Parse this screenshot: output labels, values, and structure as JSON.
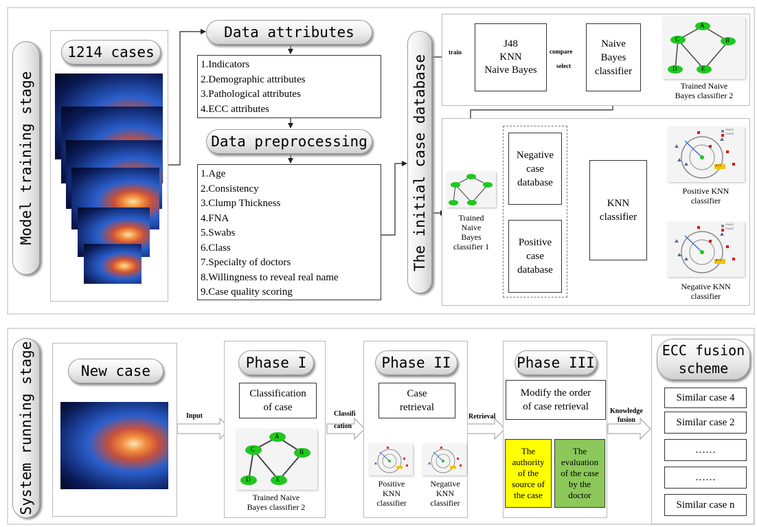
{
  "stages": {
    "training_label": "Model training stage",
    "running_label": "System running stage"
  },
  "training": {
    "cases_label": "1214 cases",
    "data_attributes_title": "Data attributes",
    "attributes": [
      "1.Indicators",
      "2.Demographic attributes",
      "3.Pathological attributes",
      "4.ECC attributes"
    ],
    "preprocessing_title": "Data preprocessing",
    "preprocessing": [
      "1.Age",
      "2.Consistency",
      "3.Clump Thickness",
      "4.FNA",
      "5.Swabs",
      "6.Class",
      "7.Specialty of doctors",
      "8.Willingness to reveal real name",
      "9.Case quality scoring"
    ],
    "database_label": "The initial case database",
    "train_label": "train",
    "algorithms": [
      "J48",
      "KNN",
      "Naive Bayes"
    ],
    "compare_label": "compare",
    "select_label": "select",
    "nb_classifier": [
      "Naive",
      "Bayes",
      "classifier"
    ],
    "trained_nb2_caption": [
      "Trained  Naive",
      "Bayes classifier 2"
    ],
    "trained_nb1_caption": [
      "Trained",
      "Naive",
      "Bayes",
      "classifier 1"
    ],
    "negative_db": [
      "Negative",
      "case",
      "database"
    ],
    "positive_db": [
      "Positive",
      "case",
      "database"
    ],
    "knn_classifier": [
      "KNN",
      "classifier"
    ],
    "positive_knn_caption": [
      "Positive KNN",
      "classifier"
    ],
    "negative_knn_caption": [
      "Negative  KNN",
      "classifier"
    ],
    "tree_nodes": [
      "A",
      "B",
      "C",
      "D",
      "E"
    ],
    "knn_legend": [
      "class1",
      "class2"
    ],
    "knn_tags": [
      "k=5",
      "k=3"
    ]
  },
  "running": {
    "new_case_label": "New case",
    "input_label": "Input",
    "phase1_title": "Phase I",
    "phase1_box": [
      "Classification",
      "of case"
    ],
    "phase1_caption": [
      "Trained Naive",
      "Bayes classifier 2"
    ],
    "classification_label": [
      "Classifi",
      "cation"
    ],
    "phase2_title": "Phase II",
    "phase2_box": [
      "Case",
      "retrieval"
    ],
    "phase2_left_caption": [
      "Positive",
      "KNN",
      "classifier"
    ],
    "phase2_right_caption": [
      "Negative",
      "KNN",
      "classifier"
    ],
    "retrieval_label": "Retrieval",
    "phase3_title": "Phase III",
    "phase3_box": [
      "Modify the order",
      "of case retrieval"
    ],
    "authority_box": [
      "The",
      "authority",
      "of the",
      "source of",
      "the case"
    ],
    "evaluation_box": [
      "The",
      "evaluation",
      "of the case",
      "by the",
      "doctor"
    ],
    "knowledge_fusion_label": [
      "Knowledge",
      "fusion"
    ],
    "ecc_title": [
      "ECC fusion",
      "scheme"
    ],
    "similar_cases": [
      "Similar case 4",
      "Similar case 2",
      "……",
      "……",
      "Similar case n"
    ]
  },
  "colors": {
    "node_green": "#1ec81e",
    "authority_yellow": "#ffff00",
    "evaluation_green": "#8cc85a",
    "skin_blue": "#1a4fb0",
    "glow_orange": "#f08a3c"
  }
}
